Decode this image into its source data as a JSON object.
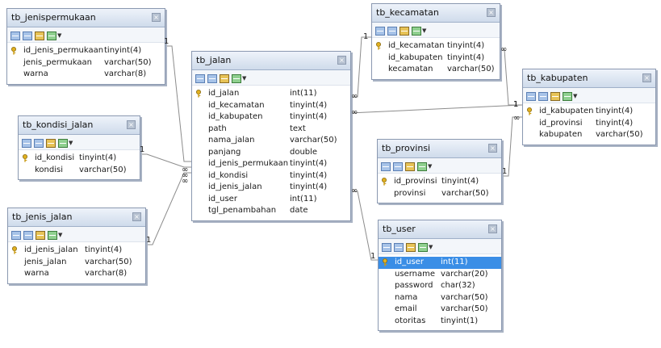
{
  "tables": [
    {
      "id": "tb_jenispermukaan",
      "title": "tb_jenispermukaan",
      "columns": [
        {
          "name": "id_jenis_permukaan",
          "type": "tinyint(4)",
          "pk": true
        },
        {
          "name": "jenis_permukaan",
          "type": "varchar(50)"
        },
        {
          "name": "warna",
          "type": "varchar(8)"
        }
      ]
    },
    {
      "id": "tb_kondisi_jalan",
      "title": "tb_kondisi_jalan",
      "columns": [
        {
          "name": "id_kondisi",
          "type": "tinyint(4)",
          "pk": true
        },
        {
          "name": "kondisi",
          "type": "varchar(50)"
        }
      ]
    },
    {
      "id": "tb_jenis_jalan",
      "title": "tb_jenis_jalan",
      "columns": [
        {
          "name": "id_jenis_jalan",
          "type": "tinyint(4)",
          "pk": true
        },
        {
          "name": "jenis_jalan",
          "type": "varchar(50)"
        },
        {
          "name": "warna",
          "type": "varchar(8)"
        }
      ]
    },
    {
      "id": "tb_jalan",
      "title": "tb_jalan",
      "columns": [
        {
          "name": "id_jalan",
          "type": "int(11)",
          "pk": true
        },
        {
          "name": "id_kecamatan",
          "type": "tinyint(4)"
        },
        {
          "name": "id_kabupaten",
          "type": "tinyint(4)"
        },
        {
          "name": "path",
          "type": "text"
        },
        {
          "name": "nama_jalan",
          "type": "varchar(50)"
        },
        {
          "name": "panjang",
          "type": "double"
        },
        {
          "name": "id_jenis_permukaan",
          "type": "tinyint(4)"
        },
        {
          "name": "id_kondisi",
          "type": "tinyint(4)"
        },
        {
          "name": "id_jenis_jalan",
          "type": "tinyint(4)"
        },
        {
          "name": "id_user",
          "type": "int(11)"
        },
        {
          "name": "tgl_penambahan",
          "type": "date"
        }
      ]
    },
    {
      "id": "tb_kecamatan",
      "title": "tb_kecamatan",
      "columns": [
        {
          "name": "id_kecamatan",
          "type": "tinyint(4)",
          "pk": true
        },
        {
          "name": "id_kabupaten",
          "type": "tinyint(4)"
        },
        {
          "name": "kecamatan",
          "type": "varchar(50)"
        }
      ]
    },
    {
      "id": "tb_kabupaten",
      "title": "tb_kabupaten",
      "columns": [
        {
          "name": "id_kabupaten",
          "type": "tinyint(4)",
          "pk": true
        },
        {
          "name": "id_provinsi",
          "type": "tinyint(4)"
        },
        {
          "name": "kabupaten",
          "type": "varchar(50)"
        }
      ]
    },
    {
      "id": "tb_provinsi",
      "title": "tb_provinsi",
      "columns": [
        {
          "name": "id_provinsi",
          "type": "tinyint(4)",
          "pk": true
        },
        {
          "name": "provinsi",
          "type": "varchar(50)"
        }
      ]
    },
    {
      "id": "tb_user",
      "title": "tb_user",
      "columns": [
        {
          "name": "id_user",
          "type": "int(11)",
          "pk": true,
          "selected": true
        },
        {
          "name": "username",
          "type": "varchar(20)"
        },
        {
          "name": "password",
          "type": "char(32)"
        },
        {
          "name": "nama",
          "type": "varchar(50)"
        },
        {
          "name": "email",
          "type": "varchar(50)"
        },
        {
          "name": "otoritas",
          "type": "tinyint(1)"
        }
      ]
    }
  ],
  "relations": [
    {
      "from": "tb_jenispermukaan",
      "to": "tb_jalan",
      "one": "1",
      "many": "∞"
    },
    {
      "from": "tb_kondisi_jalan",
      "to": "tb_jalan",
      "one": "1",
      "many": "∞"
    },
    {
      "from": "tb_jenis_jalan",
      "to": "tb_jalan",
      "one": "1",
      "many": "∞"
    },
    {
      "from": "tb_kecamatan",
      "to": "tb_jalan",
      "one": "1",
      "many": "∞"
    },
    {
      "from": "tb_kabupaten",
      "to": "tb_jalan",
      "one": "1",
      "many": "∞"
    },
    {
      "from": "tb_kabupaten",
      "to": "tb_kecamatan",
      "one": "1",
      "many": "∞"
    },
    {
      "from": "tb_provinsi",
      "to": "tb_kabupaten",
      "one": "1",
      "many": "∞"
    },
    {
      "from": "tb_user",
      "to": "tb_jalan",
      "one": "1",
      "many": "∞"
    }
  ],
  "icons": {
    "close": "close-icon",
    "key": "primary-key-icon"
  },
  "colors": {
    "selection": "#3a8ee6",
    "line": "#8c8c8c",
    "header": "#cfdbeb"
  }
}
